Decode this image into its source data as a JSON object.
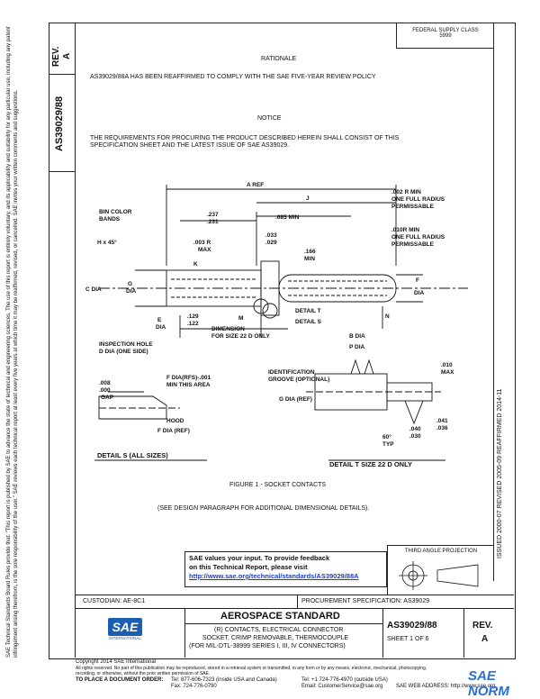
{
  "side_notice": "SAE Technical Standards Board Rules provide that: \"This report is published by SAE to advance the state of technical and engineering sciences. The use of this report is entirely voluntary, and its applicability and suitability for any particular use, including any patent infringement arising therefrom, is the sole responsibility of the user.\" SAE reviews each technical report at least every five years at which time it may be reaffirmed, revised, or cancelled. SAE invites your written comments and suggestions.",
  "rev_box": {
    "label": "REV.",
    "value": "A"
  },
  "doc_number_vertical": "AS39029/88",
  "supply_class": {
    "line1": "FEDERAL SUPPLY CLASS",
    "line2": "5999"
  },
  "rationale": {
    "heading": "RATIONALE",
    "text": "AS39029/88A HAS BEEN REAFFIRMED TO COMPLY WITH THE SAE FIVE-YEAR REVIEW POLICY"
  },
  "notice": {
    "heading": "NOTICE",
    "text_line1": "THE REQUIREMENTS FOR PROCURING THE PRODUCT DESCRIBED HEREIN SHALL CONSIST OF THIS",
    "text_line2": "SPECIFICATION SHEET AND THE LATEST ISSUE OF SAE AS39029."
  },
  "drawing_labels": {
    "a_ref": "A REF",
    "j": "J",
    "bin_color_bands": "BIN COLOR",
    "bands": "BANDS",
    "d237": ".237",
    "d231": ".231",
    "d685": ".685 MIN",
    "d002": ".002 R MIN",
    "one_full_radius": "ONE FULL RADIUS",
    "permissable": "PERMISSABLE",
    "d010": ".010R MIN",
    "one_full_radius2": "ONE FULL RADIUS",
    "permissable2": "PERMISSABLE",
    "h45": "H x 45°",
    "d003r": ".003 R",
    "max": "MAX",
    "d033": ".033",
    "d029": ".029",
    "d166": ".166",
    "min": "MIN",
    "c_dia": "C DIA",
    "g_dia": "G",
    "g_dia2": "DIA",
    "f_dia": "F",
    "f_dia2": "DIA",
    "k": "K",
    "e_dia": "E",
    "e_dia2": "DIA",
    "d129": ".129",
    "d122": ".122",
    "m": "M",
    "dimension": "DIMENSION",
    "for_size": "FOR SIZE 22 D ONLY",
    "detail_t": "DETAIL T",
    "detail_s": "DETAIL S",
    "b_dia": "B DIA",
    "p_dia": "P DIA",
    "n": "N",
    "inspection_hole": "INSPECTION HOLE",
    "d_dia_one_side": "D DIA (ONE SIDE)",
    "d008": ".008",
    "d000": ".000",
    "gap": "GAP",
    "f_dia_rfs": "F DIA(RFS)-.001",
    "min_this_area": "MIN THIS AREA",
    "hood": "HOOD",
    "f_dia_ref": "F DIA (REF)",
    "identification": "IDENTIFICATION",
    "groove": "GROOVE (OPTIONAL)",
    "g_dia_ref": "G DIA (REF)",
    "d010max": ".010",
    "max2": "MAX",
    "d041": ".041",
    "d036": ".036",
    "d040": ".040",
    "d030": ".030",
    "deg60": "60°",
    "typ": "TYP",
    "detail_s_caption": "DETAIL S  (ALL SIZES)",
    "detail_t_caption": "DETAIL T  SIZE 22 D ONLY"
  },
  "figure_caption": "FIGURE 1 - SOCKET CONTACTS",
  "see_design": "(SEE DESIGN PARAGRAPH FOR ADDITIONAL DIMENSIONAL DETAILS).",
  "right_vertical": "ISSUED 2000-07     REVISED 2005-09     REAFFIRMED 2014-11",
  "feedback": {
    "line1": "SAE values your input. To provide feedback",
    "line2": "on this Technical Report, please visit",
    "url": "http://www.sae.org/technical/standards/AS39029/88A"
  },
  "projection_label": "THIRD ANGLE PROJECTION",
  "custodian": "CUSTODIAN: AE-8C1",
  "procurement": "PROCUREMENT SPECIFICATION: AS39029",
  "title_block": {
    "category": "AEROSPACE STANDARD",
    "title_line1": "(R) CONTACTS, ELECTRICAL CONNECTOR",
    "title_line2": "SOCKET, CRIMP REMOVABLE, THERMOCOUPLE",
    "title_line3": "(FOR MIL-DTL-38999 SERIES I, III, IV CONNECTORS)",
    "doc_number": "AS39029/88",
    "sheet": "SHEET 1 OF 6",
    "rev_label": "REV.",
    "rev_value": "A",
    "sae_logo": "SAE",
    "sae_sub": "INTERNATIONAL"
  },
  "footer": {
    "copyright": "Copyright 2014 SAE International",
    "rights": "All rights reserved. No part of this publication may be reproduced, stored in a retrieval system or transmitted, in any form or by any means, electronic, mechanical, photocopying,",
    "rights2": "recording, or otherwise, without the prior written permission of SAE.",
    "order_label": "TO PLACE A DOCUMENT ORDER:",
    "tel1": "Tel: 877-606-7323 (inside USA and Canada)",
    "fax": "Fax: 724-776-0790",
    "tel2": "Tel: +1 724-776-4970 (outside USA)",
    "email": "Email: CustomerService@sae.org",
    "web": "SAE WEB ADDRESS: http://www.sae.org",
    "watermark": "SAE NORM"
  }
}
